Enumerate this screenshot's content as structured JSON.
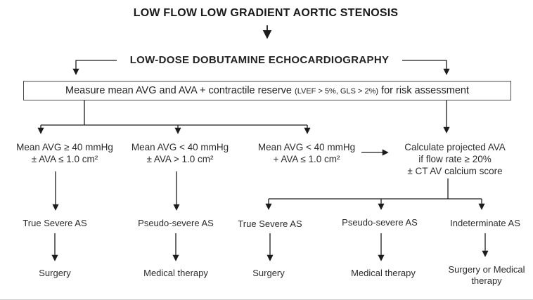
{
  "title": "LOW FLOW LOW GRADIENT AORTIC STENOSIS",
  "method": "LOW-DOSE DOBUTAMINE ECHOCARDIOGRAPHY",
  "assessment_box": {
    "main_start": "Measure mean AVG and AVA + contractile reserve",
    "detail": "(LVEF > 5%, GLS > 2%)",
    "main_end": "for risk assessment"
  },
  "criteria": [
    {
      "line1": "Mean AVG ≥ 40 mmHg",
      "line2": "± AVA ≤ 1.0 cm²"
    },
    {
      "line1": "Mean AVG < 40 mmHg",
      "line2": "± AVA > 1.0 cm²"
    },
    {
      "line1": "Mean AVG < 40 mmHg",
      "line2": "+ AVA ≤ 1.0 cm²"
    },
    {
      "line1": "Calculate projected AVA",
      "line2": "if flow rate ≥ 20%",
      "line3": "± CT AV calcium score"
    }
  ],
  "diagnoses": [
    "True Severe AS",
    "Pseudo-severe AS",
    "True Severe AS",
    "Pseudo-severe AS",
    "Indeterminate AS"
  ],
  "treatments": [
    "Surgery",
    "Medical therapy",
    "Surgery",
    "Medical therapy",
    "Surgery or Medical therapy"
  ],
  "colors": {
    "text": "#2b2b2b",
    "line": "#1c1c1c",
    "background": "#ffffff",
    "box_border": "#4d4d4d"
  }
}
